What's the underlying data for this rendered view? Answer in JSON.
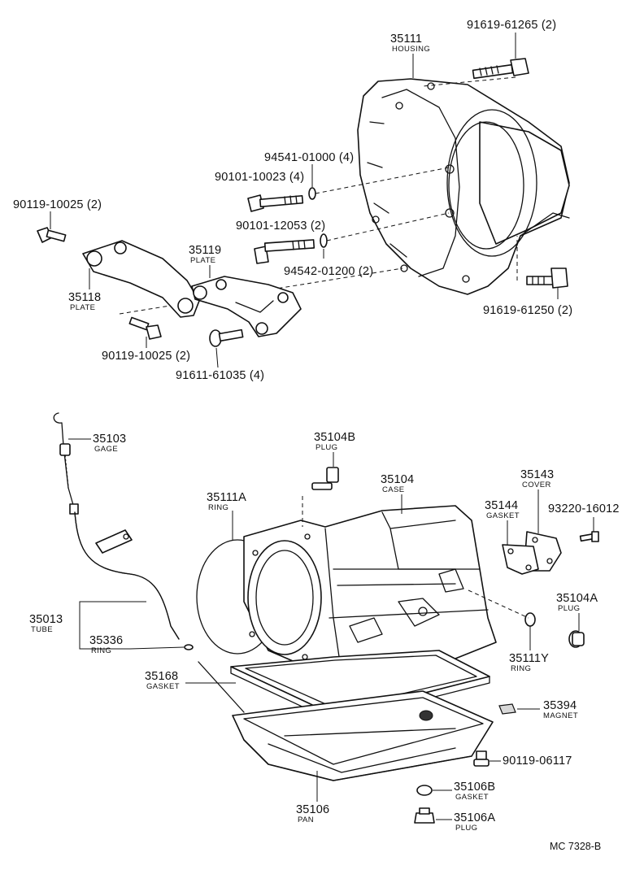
{
  "reference": "MC 7328-B",
  "callouts": [
    {
      "id": "c-35111",
      "part": "35111",
      "name": "HOUSING"
    },
    {
      "id": "c-91619-61265",
      "part": "91619-61265 (2)",
      "name": ""
    },
    {
      "id": "c-94541-01000",
      "part": "94541-01000 (4)",
      "name": ""
    },
    {
      "id": "c-90101-10023",
      "part": "90101-10023 (4)",
      "name": ""
    },
    {
      "id": "c-90119-10025-a",
      "part": "90119-10025 (2)",
      "name": ""
    },
    {
      "id": "c-90101-12053",
      "part": "90101-12053 (2)",
      "name": ""
    },
    {
      "id": "c-35119",
      "part": "35119",
      "name": "PLATE"
    },
    {
      "id": "c-35118",
      "part": "35118",
      "name": "PLATE"
    },
    {
      "id": "c-94542-01200",
      "part": "94542-01200 (2)",
      "name": ""
    },
    {
      "id": "c-91619-61250",
      "part": "91619-61250 (2)",
      "name": ""
    },
    {
      "id": "c-90119-10025-b",
      "part": "90119-10025 (2)",
      "name": ""
    },
    {
      "id": "c-91611-61035",
      "part": "91611-61035 (4)",
      "name": ""
    },
    {
      "id": "c-35103",
      "part": "35103",
      "name": "GAGE"
    },
    {
      "id": "c-35104B",
      "part": "35104B",
      "name": "PLUG"
    },
    {
      "id": "c-35104",
      "part": "35104",
      "name": "CASE"
    },
    {
      "id": "c-35143",
      "part": "35143",
      "name": "COVER"
    },
    {
      "id": "c-35111A",
      "part": "35111A",
      "name": "RING"
    },
    {
      "id": "c-35144",
      "part": "35144",
      "name": "GASKET"
    },
    {
      "id": "c-93220-16012",
      "part": "93220-16012",
      "name": ""
    },
    {
      "id": "c-35104A",
      "part": "35104A",
      "name": "PLUG"
    },
    {
      "id": "c-35013",
      "part": "35013",
      "name": "TUBE"
    },
    {
      "id": "c-35336",
      "part": "35336",
      "name": "RING"
    },
    {
      "id": "c-35111Y",
      "part": "35111Y",
      "name": "RING"
    },
    {
      "id": "c-35168",
      "part": "35168",
      "name": "GASKET"
    },
    {
      "id": "c-35394",
      "part": "35394",
      "name": "MAGNET"
    },
    {
      "id": "c-90119-06117",
      "part": "90119-06117",
      "name": ""
    },
    {
      "id": "c-35106B",
      "part": "35106B",
      "name": "GASKET"
    },
    {
      "id": "c-35106A",
      "part": "35106A",
      "name": "PLUG"
    },
    {
      "id": "c-35106",
      "part": "35106",
      "name": "PAN"
    }
  ]
}
